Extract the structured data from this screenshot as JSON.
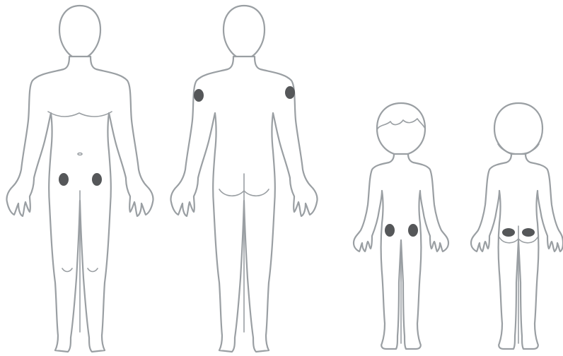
{
  "figures": [
    {
      "id": "adult-front",
      "view": "front",
      "age": "adult",
      "injection_sites": [
        "left-thigh-upper",
        "right-thigh-upper"
      ]
    },
    {
      "id": "adult-back",
      "view": "back",
      "age": "adult",
      "injection_sites": [
        "left-upper-arm",
        "right-upper-arm"
      ]
    },
    {
      "id": "child-front",
      "view": "front",
      "age": "child",
      "injection_sites": [
        "left-thigh-upper",
        "right-thigh-upper"
      ]
    },
    {
      "id": "child-back",
      "view": "back",
      "age": "child",
      "injection_sites": [
        "left-buttock-upper",
        "right-buttock-upper"
      ]
    }
  ],
  "colors": {
    "outline": "#9a9fa3",
    "site_marker": "#555759",
    "background": "#ffffff"
  }
}
